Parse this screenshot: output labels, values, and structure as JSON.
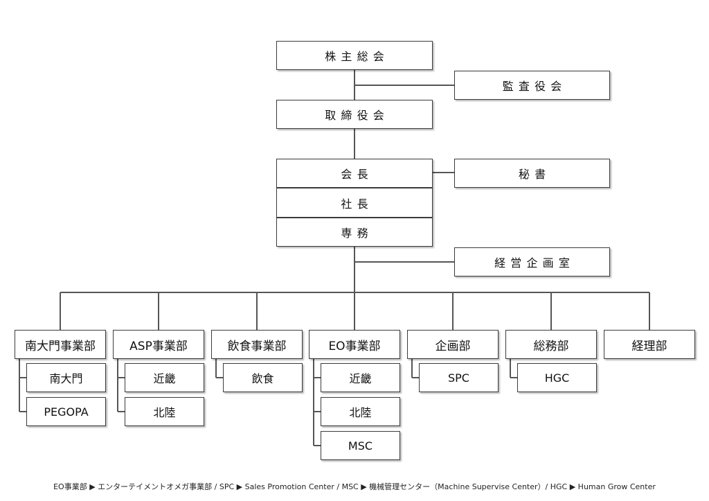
{
  "org": {
    "shareholders": "株主総会",
    "auditors": "監査役会",
    "board": "取締役会",
    "chairman": "会長",
    "secretary": "秘書",
    "president": "社長",
    "managing_director": "専務",
    "planning_office": "経営企画室",
    "departments": [
      {
        "name": "南大門事業部",
        "subs": [
          "南大門",
          "PEGOPA"
        ]
      },
      {
        "name": "ASP事業部",
        "subs": [
          "近畿",
          "北陸"
        ]
      },
      {
        "name": "飲食事業部",
        "subs": [
          "飲食"
        ]
      },
      {
        "name": "EO事業部",
        "subs": [
          "近畿",
          "北陸",
          "MSC"
        ]
      },
      {
        "name": "企画部",
        "subs": [
          "SPC"
        ]
      },
      {
        "name": "総務部",
        "subs": [
          "HGC"
        ]
      },
      {
        "name": "経理部",
        "subs": []
      }
    ]
  },
  "footnote": "EO事業部 ▶ エンターテイメントオメガ事業部 / SPC ▶ Sales Promotion Center / MSC ▶ 機械管理センター（Machine Supervise Center）/ HGC ▶ Human Grow Center",
  "colors": {
    "line": "#555555",
    "border": "#3a3a3a"
  }
}
